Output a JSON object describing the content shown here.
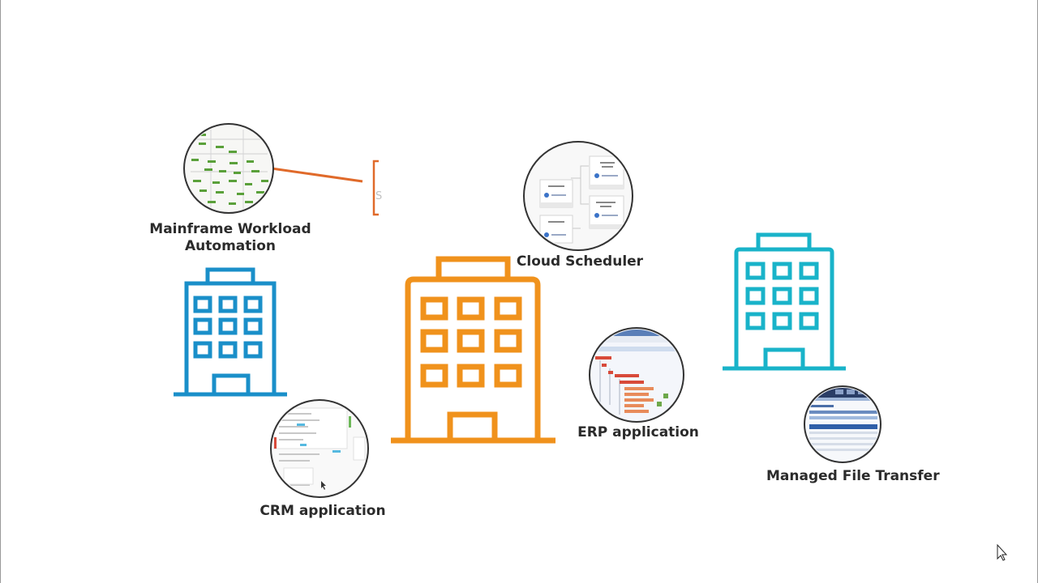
{
  "labels": {
    "mainframe": "Mainframe Workload Automation",
    "cloud": "Cloud Scheduler",
    "erp": "ERP application",
    "crm": "CRM application",
    "mft": "Managed File Transfer"
  },
  "colors": {
    "building_left": "#1a8fc9",
    "building_center": "#f0921c",
    "building_right": "#19b3c9",
    "connector": "#e06a2a",
    "label": "#2b2b2b"
  },
  "icons": [
    "office-building-icon",
    "mainframe-screenshot-thumbnail",
    "cloud-scheduler-screenshot-thumbnail",
    "erp-screenshot-thumbnail",
    "crm-screenshot-thumbnail",
    "mft-screenshot-thumbnail",
    "mouse-cursor-icon"
  ]
}
